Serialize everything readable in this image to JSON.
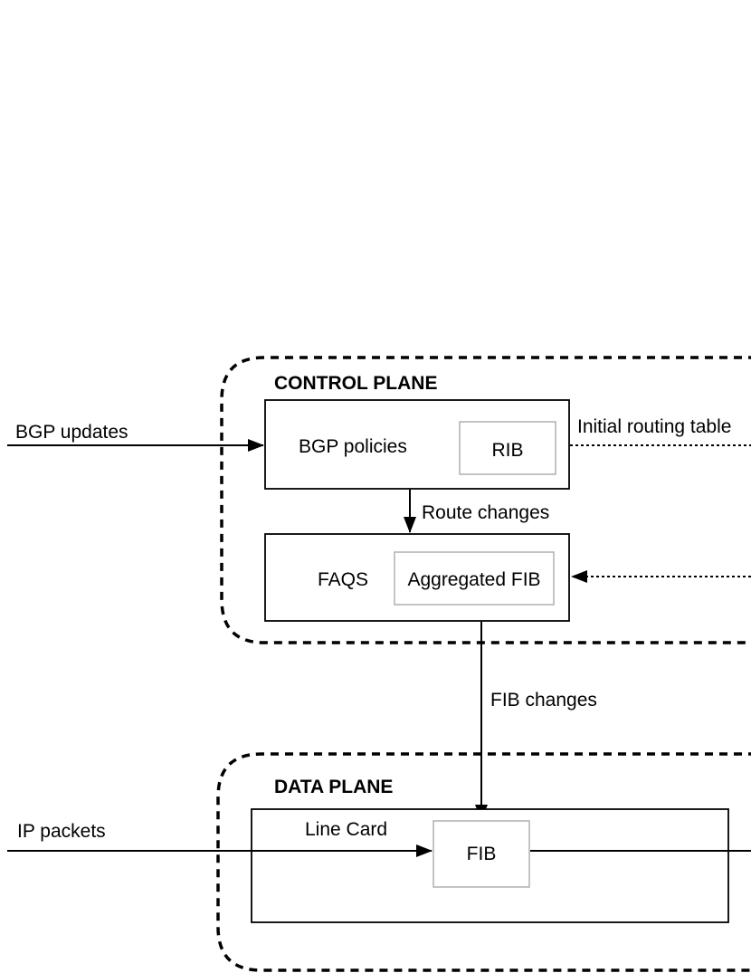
{
  "control_plane": {
    "title": "CONTROL PLANE",
    "bgp_box": {
      "label": "BGP policies",
      "rib_label": "RIB"
    },
    "faqs_box": {
      "label": "FAQS",
      "agg_fib_label": "Aggregated FIB"
    },
    "route_changes_label": "Route changes"
  },
  "data_plane": {
    "title": "DATA PLANE",
    "line_card_label": "Line Card",
    "fib_label": "FIB"
  },
  "edges": {
    "bgp_updates": "BGP updates",
    "initial_routing_table": "Initial routing table",
    "fib_changes": "FIB changes",
    "ip_packets": "IP packets"
  },
  "colors": {
    "stroke": "#000000",
    "inner_box_stroke": "#b0b0b0",
    "background": "#ffffff"
  }
}
